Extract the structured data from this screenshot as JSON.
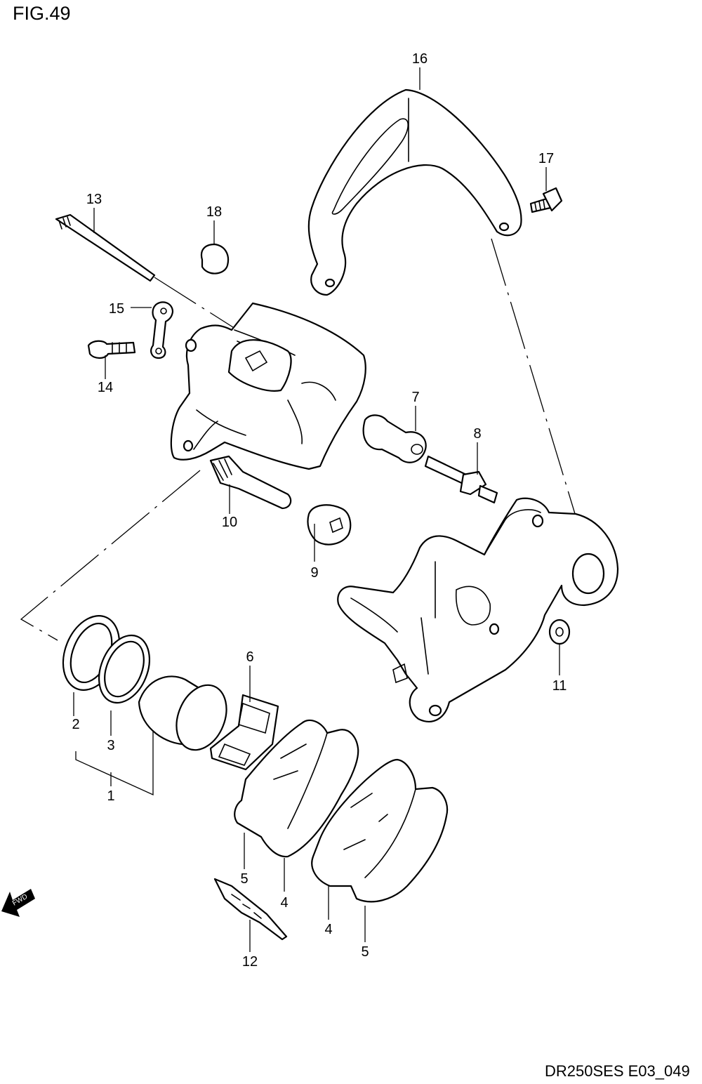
{
  "figure": {
    "title": "FIG.49",
    "code": "DR250SES E03_049"
  },
  "direction_badge": "FWD",
  "callouts": {
    "c1": "1",
    "c2": "2",
    "c3": "3",
    "c4a": "4",
    "c4b": "4",
    "c5a": "5",
    "c5b": "5",
    "c6": "6",
    "c7": "7",
    "c8": "8",
    "c9": "9",
    "c10": "10",
    "c11": "11",
    "c12": "12",
    "c13": "13",
    "c14": "14",
    "c15": "15",
    "c16": "16",
    "c17": "17",
    "c18": "18"
  }
}
